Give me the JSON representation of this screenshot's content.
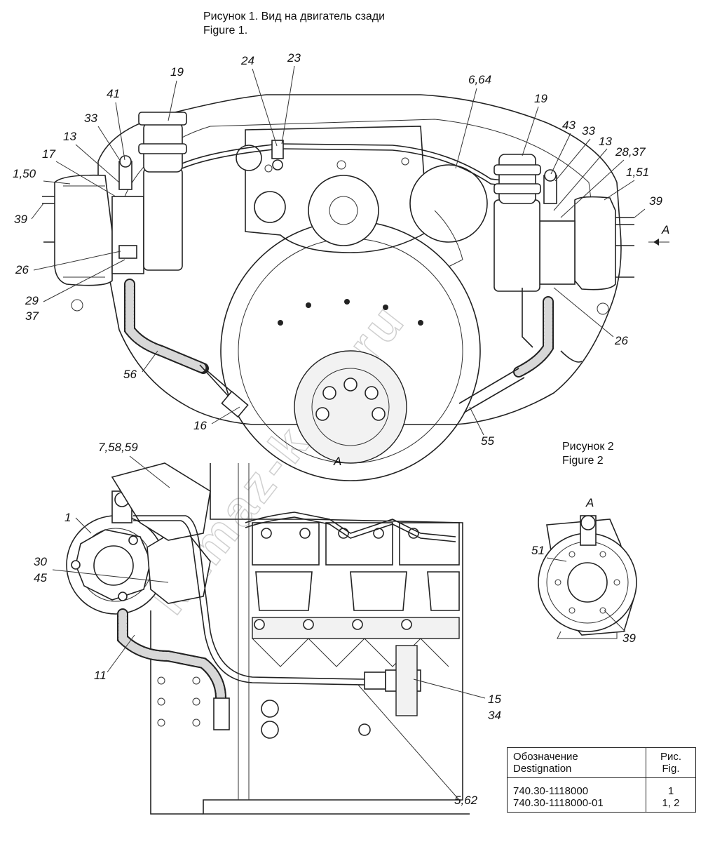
{
  "figure1": {
    "title_ru": "Рисунок 1. Вид на двигатель сзади",
    "title_en": "Figure 1."
  },
  "figure2": {
    "title_ru": "Рисунок 2",
    "title_en": "Figure 2"
  },
  "labels": {
    "l41": "41",
    "l19a": "19",
    "l24": "24",
    "l23": "23",
    "l664": "6,64",
    "l19b": "19",
    "l33a": "33",
    "l13a": "13",
    "l17": "17",
    "l150": "1,50",
    "l39a": "39",
    "l26a": "26",
    "l29": "29",
    "l37a": "37",
    "l56": "56",
    "l16": "16",
    "l43": "43",
    "l33b": "33",
    "l13b": "13",
    "l2837": "28,37",
    "l151": "1,51",
    "l39b": "39",
    "lA1": "A",
    "l26b": "26",
    "l55": "55",
    "l75859": "7,58,59",
    "lA2": "A",
    "l1": "1",
    "l30": "30",
    "l45": "45",
    "l11": "11",
    "l15": "15",
    "l34": "34",
    "l562": "5,62",
    "lA3": "A",
    "l51": "51",
    "l39c": "39"
  },
  "watermark": "kamaz-kam.ru",
  "table": {
    "header": {
      "col1": "Обозначение\nDestignation",
      "col2": "Рис.\nFig."
    },
    "rows": [
      {
        "designation": "740.30-1118000",
        "fig": "1"
      },
      {
        "designation": "740.30-1118000-01",
        "fig": "1, 2"
      }
    ]
  }
}
